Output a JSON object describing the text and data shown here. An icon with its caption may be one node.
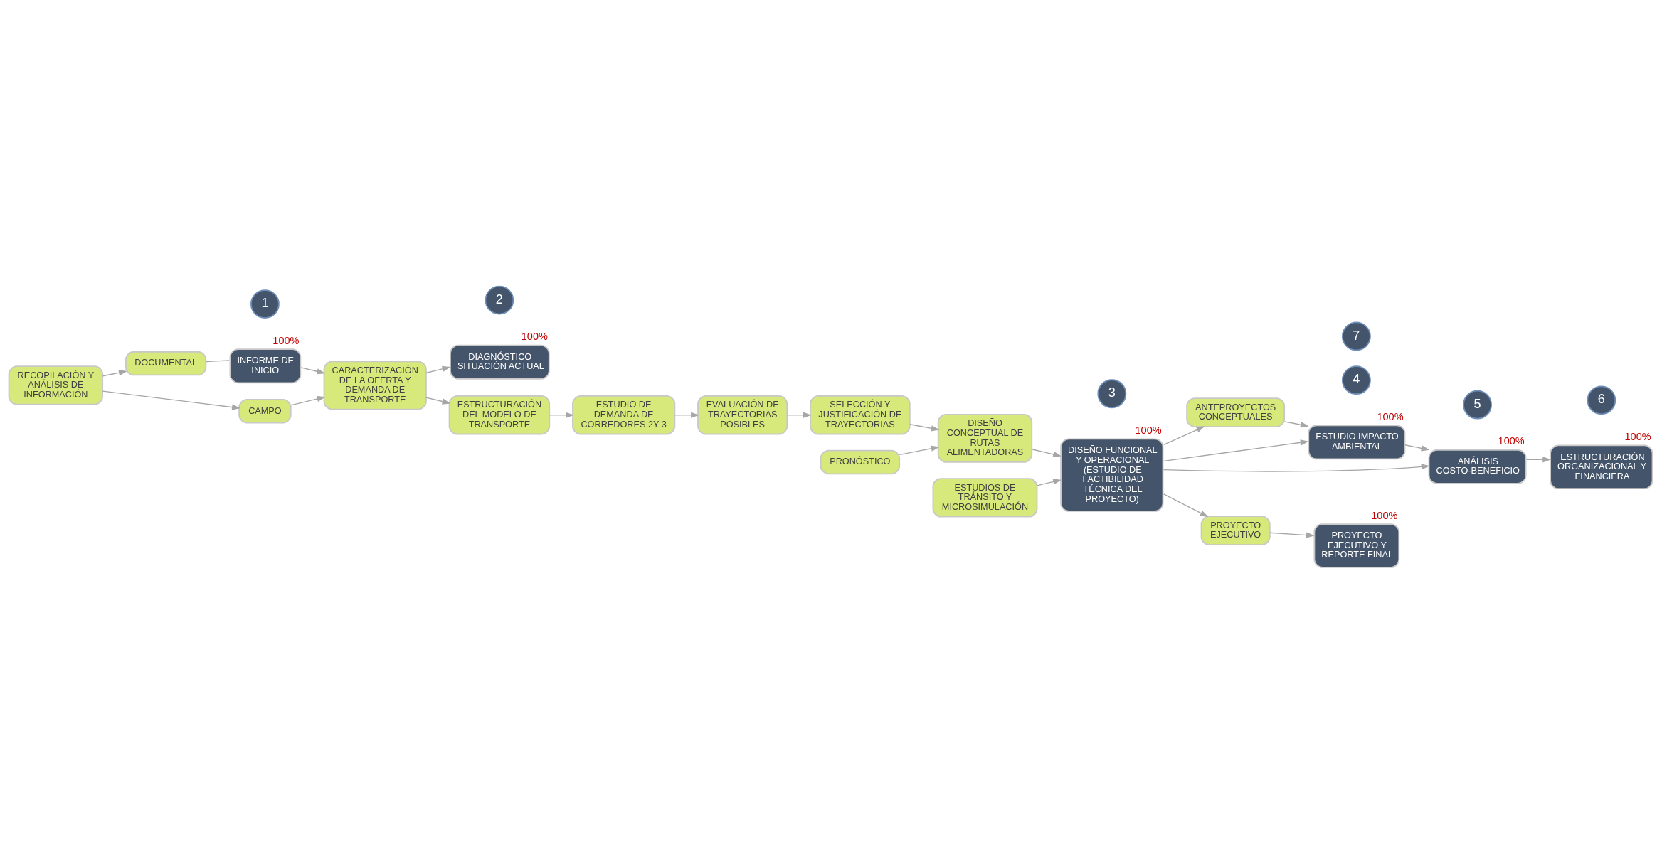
{
  "diagram": {
    "nodes": [
      {
        "text": [
          "RECOPILACIÓN Y ANÁLISIS DE INFORMACIÓN"
        ]
      },
      {
        "text": [
          "DOCUMENTAL"
        ]
      },
      {
        "text": [
          "CAMPO"
        ]
      },
      {
        "text": [
          "1"
        ]
      },
      {
        "text": [
          "INFORME DE INICIO"
        ],
        "beside": [
          "100%"
        ]
      },
      {
        "text": [
          "CARACTERIZACIÓN DE LA OFERTA Y DEMANDA DE TRANSPORTE"
        ]
      },
      {
        "text": [
          "DIAGNÓSTICO SITUACIÓN ACTUAL"
        ],
        "beside": [
          "100%"
        ]
      },
      {
        "text": [
          "2"
        ]
      },
      {
        "text": [
          "ESTRUCTURACIÓN DEL MODELO DE TRANSPORTE"
        ]
      },
      {
        "text": [
          "ESTUDIO DE DEMANDA DE CORREDORES 2Y 3"
        ]
      },
      {
        "text": [
          "EVALUACIÓN DE TRAYECTORIAS POSIBLES"
        ]
      },
      {
        "text": [
          "SELECCIÓN Y JUSTIFICACIÓN DE TRAYECTORIAS"
        ]
      },
      {
        "text": [
          "DISEÑO CONCEPTUAL DE RUTAS ALIMENTADORAS"
        ]
      },
      {
        "text": [
          "PRONÓSTICO"
        ]
      },
      {
        "text": [
          "DISEÑO FUNCIONAL Y OPERACIONAL (ESTUDIO DE FACTIBILIDAD TÉCNICA DEL PROYECTO)"
        ],
        "beside": [
          "100%"
        ]
      },
      {
        "text": [
          "3"
        ]
      },
      {
        "text": [
          "ESTUDIOS DE TRÁNSITO Y MICROSIMULACIÓN"
        ]
      },
      {
        "text": [
          "ANTEPROYECTOS CONCEPTUALES"
        ]
      },
      {
        "text": [
          "ESTUDIO IMPACTO AMBIENTAL"
        ],
        "beside": [
          "100%"
        ]
      },
      {
        "text": [
          "4"
        ]
      },
      {
        "text": [
          "ANÁLISIS COSTO-BENEFICIO"
        ],
        "beside": [
          "100%"
        ]
      },
      {
        "text": [
          "5"
        ]
      },
      {
        "text": [
          "ESTRUCTURACIÓN ORGANIZACIONAL Y FINANCIERA"
        ],
        "beside": [
          "100%"
        ]
      },
      {
        "text": [
          "6"
        ]
      },
      {
        "text": [
          "PROYECTO EJECUTIVO"
        ]
      },
      {
        "text": [
          "PROYECTO EJECUTIVO Y REPORTE FINAL"
        ],
        "beside": [
          "100%"
        ]
      },
      {
        "text": [
          "7"
        ]
      }
    ],
    "edges": [
      {
        "from": 0,
        "to": 1,
        "arrow": "to"
      },
      {
        "from": 0,
        "to": 2,
        "arrow": "to"
      },
      {
        "from": 1,
        "to": 4,
        "arrow": "none"
      },
      {
        "from": 4,
        "to": 5,
        "arrow": "to"
      },
      {
        "from": 2,
        "to": 5,
        "arrow": "to"
      },
      {
        "from": 5,
        "to": 6,
        "arrow": "to"
      },
      {
        "from": 5,
        "to": 8,
        "arrow": "to"
      },
      {
        "from": 8,
        "to": 9,
        "arrow": "to"
      },
      {
        "from": 9,
        "to": 10,
        "arrow": "to"
      },
      {
        "from": 10,
        "to": 11,
        "arrow": "to"
      },
      {
        "from": 11,
        "to": 12,
        "arrow": "to"
      },
      {
        "from": 13,
        "to": 12,
        "arrow": "to"
      },
      {
        "from": 12,
        "to": 14,
        "arrow": "to"
      },
      {
        "from": 16,
        "to": 14,
        "arrow": "to"
      },
      {
        "from": 14,
        "to": 17,
        "arrow": "to"
      },
      {
        "from": 14,
        "to": 18,
        "arrow": "to"
      },
      {
        "from": 14,
        "to": 20,
        "arrow": "to"
      },
      {
        "from": 14,
        "to": 24,
        "arrow": "to"
      },
      {
        "from": 17,
        "to": 18,
        "arrow": "to"
      },
      {
        "from": 18,
        "to": 20,
        "arrow": "to"
      },
      {
        "from": 20,
        "to": 22,
        "arrow": "to"
      },
      {
        "from": 24,
        "to": 25,
        "arrow": "to"
      }
    ]
  }
}
